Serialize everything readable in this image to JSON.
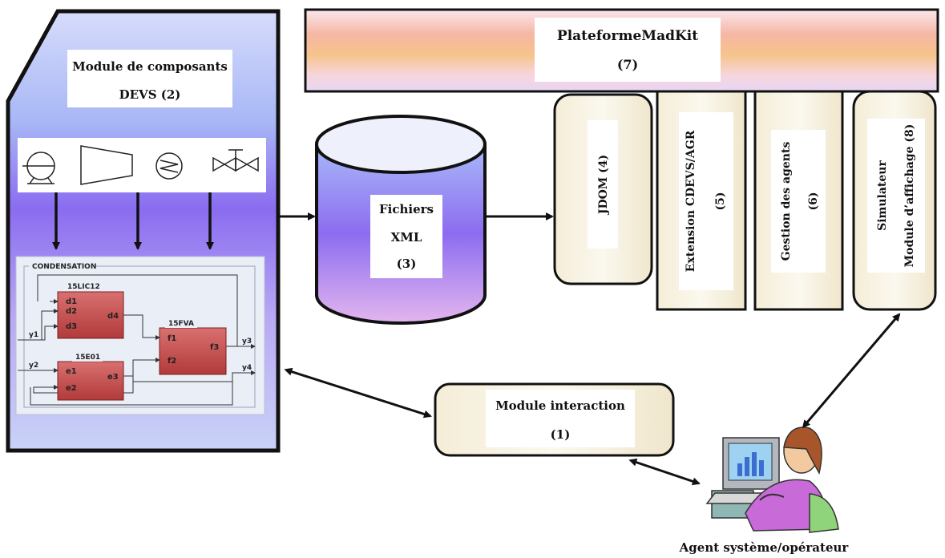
{
  "platform": {
    "line1": "PlateformeMadKit",
    "line2": "(7)"
  },
  "devs_module": {
    "line1": "Module de composants",
    "line2": "DEVS (2)",
    "subsystem": {
      "title": "CONDENSATION",
      "blocks": [
        {
          "name": "15LIC12",
          "ports_in": [
            "d1",
            "d2",
            "d3"
          ],
          "ports_out": [
            "d4"
          ]
        },
        {
          "name": "15FVA",
          "ports_in": [
            "f1",
            "f2"
          ],
          "ports_out": [
            "f3"
          ]
        },
        {
          "name": "15E01",
          "ports_in": [
            "e1",
            "e2"
          ],
          "ports_out": [
            "e3"
          ]
        }
      ],
      "signals_in": [
        "y1",
        "y2"
      ],
      "signals_out": [
        "y3",
        "y4"
      ]
    },
    "icons": [
      "pump-icon",
      "compressor-icon",
      "heat-exchanger-icon",
      "valve-icon"
    ]
  },
  "xml_files": {
    "line1": "Fichiers",
    "line2": "XML",
    "line3": "(3)"
  },
  "jdom": {
    "label": "JDOM (4)"
  },
  "extension": {
    "line1": "Extension CDEVS/AGR",
    "line2": "(5)"
  },
  "agents": {
    "line1": "Gestion des agents",
    "line2": "(6)"
  },
  "simulator": {
    "line1": "Simulateur",
    "line2": "Module d’affichage (8)"
  },
  "interaction": {
    "line1": "Module interaction",
    "line2": "(1)"
  },
  "operator": {
    "label": "Agent système/opérateur"
  },
  "colors": {
    "devs_gradient": [
      "#c5cff7",
      "#9a7df0",
      "#c8c7f5"
    ],
    "block_red": "#c24a4a",
    "box_beige": "#f1ead5"
  }
}
